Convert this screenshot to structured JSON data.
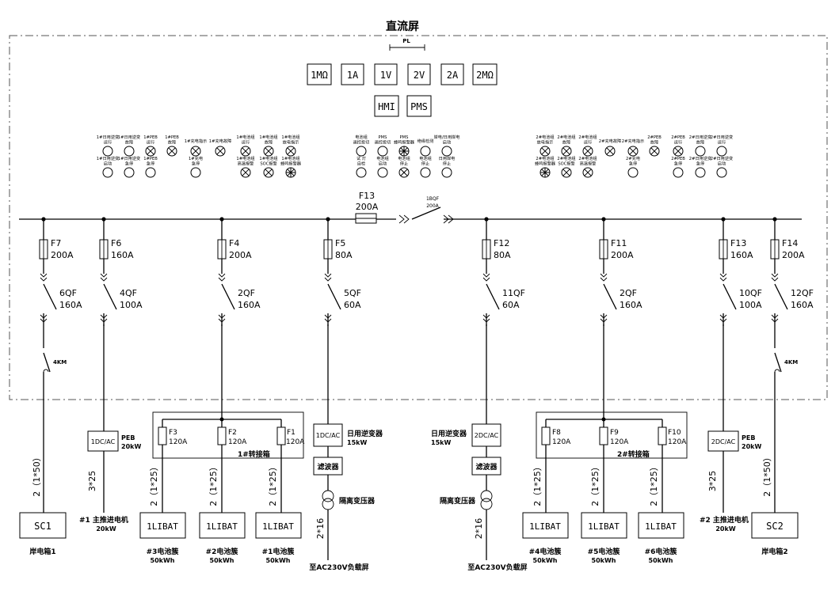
{
  "title": "直流屏",
  "pl_label": "PL",
  "meters": [
    "1MΩ",
    "1A",
    "1V",
    "2V",
    "2A",
    "2MΩ"
  ],
  "hmi": "HMI",
  "pms": "PMS",
  "indicator_groups": [
    {
      "name": "left",
      "row1": [
        {
          "label": "1#日用逆变\n运行",
          "lamp": "plain"
        },
        {
          "label": "1#日用逆变\n故障",
          "lamp": "plain"
        },
        {
          "label": "1#PEB\n运行",
          "lamp": "x"
        },
        {
          "label": "1#PEB\n故障",
          "lamp": "x"
        },
        {
          "label": "1#充电指示",
          "lamp": "x"
        },
        {
          "label": "1#充电故障",
          "lamp": "x"
        },
        {
          "label": "1#电池组\n运行",
          "lamp": "x"
        },
        {
          "label": "1#电池组\n故障",
          "lamp": "x"
        },
        {
          "label": "1#电池组\n放电指示",
          "lamp": "x"
        }
      ],
      "row2": [
        {
          "label": "1#日用逆变\n启动",
          "lamp": "plain"
        },
        {
          "label": "1#日用逆变\n急停",
          "lamp": "plain"
        },
        {
          "label": "1#PEB\n急停",
          "lamp": "plain"
        },
        {
          "label": "",
          "lamp": "none"
        },
        {
          "label": "1#充电\n急停",
          "lamp": "plain"
        },
        {
          "label": "",
          "lamp": "none"
        },
        {
          "label": "1#电池组\n高温报警",
          "lamp": "x"
        },
        {
          "label": "1#电池组\nSOC报警",
          "lamp": "x"
        },
        {
          "label": "1#电池组\n蜂鸣报警器",
          "lamp": "hatch"
        }
      ]
    },
    {
      "name": "center",
      "row1": [
        {
          "label": "电池组\n遥控投切",
          "lamp": "plain"
        },
        {
          "label": "PMS\n遥控投切",
          "lamp": "plain"
        },
        {
          "label": "PMS\n蜂鸣报警器",
          "lamp": "hatch"
        },
        {
          "label": "绝缘检测",
          "lamp": "plain"
        },
        {
          "label": "岸电/日用岸电\n启动",
          "lamp": "plain"
        }
      ],
      "row2": [
        {
          "label": "试 灯\n自检",
          "lamp": "plain"
        },
        {
          "label": "电池组\n启动",
          "lamp": "plain"
        },
        {
          "label": "电池组\n停止",
          "lamp": "x"
        },
        {
          "label": "电池组\n停止",
          "lamp": "plain"
        },
        {
          "label": "日用岸电\n停止",
          "lamp": "plain"
        }
      ]
    },
    {
      "name": "right",
      "row1": [
        {
          "label": "2#电池组\n放电指示",
          "lamp": "x"
        },
        {
          "label": "2#电池组\n故障",
          "lamp": "x"
        },
        {
          "label": "2#电池组\n运行",
          "lamp": "x"
        },
        {
          "label": "2#充电故障",
          "lamp": "x"
        },
        {
          "label": "2#充电指示",
          "lamp": "x"
        },
        {
          "label": "2#PEB\n故障",
          "lamp": "x"
        },
        {
          "label": "2#PEB\n运行",
          "lamp": "x"
        },
        {
          "label": "2#日用逆变\n故障",
          "lamp": "plain"
        },
        {
          "label": "2#日用逆变\n运行",
          "lamp": "plain"
        }
      ],
      "row2": [
        {
          "label": "2#电池组\n蜂鸣报警器",
          "lamp": "hatch"
        },
        {
          "label": "2#电池组\nSOC报警",
          "lamp": "x"
        },
        {
          "label": "2#电池组\n高温报警",
          "lamp": "x"
        },
        {
          "label": "",
          "lamp": "none"
        },
        {
          "label": "2#充电\n急停",
          "lamp": "plain"
        },
        {
          "label": "",
          "lamp": "none"
        },
        {
          "label": "2#PEB\n急停",
          "lamp": "plain"
        },
        {
          "label": "2#日用逆变\n急停",
          "lamp": "plain"
        },
        {
          "label": "2#日用逆变\n启动",
          "lamp": "plain"
        }
      ]
    }
  ],
  "bus_tie": {
    "fuse": "F13",
    "fuse_rating": "200A",
    "breaker": "1BQF",
    "breaker_rating": "200A"
  },
  "feeders": [
    {
      "fuse": "F7",
      "fuse_rating": "200A",
      "breaker": "6QF",
      "breaker_rating": "160A",
      "contactor": "4KM"
    },
    {
      "fuse": "F6",
      "fuse_rating": "160A",
      "breaker": "4QF",
      "breaker_rating": "100A"
    },
    {
      "fuse": "F4",
      "fuse_rating": "200A",
      "breaker": "2QF",
      "breaker_rating": "160A"
    },
    {
      "fuse": "F5",
      "fuse_rating": "80A",
      "breaker": "5QF",
      "breaker_rating": "60A"
    },
    {
      "fuse": "F12",
      "fuse_rating": "80A",
      "breaker": "11QF",
      "breaker_rating": "60A"
    },
    {
      "fuse": "F11",
      "fuse_rating": "200A",
      "breaker": "2QF",
      "breaker_rating": "160A"
    },
    {
      "fuse": "F13",
      "fuse_rating": "160A",
      "breaker": "10QF",
      "breaker_rating": "100A"
    },
    {
      "fuse": "F14",
      "fuse_rating": "200A",
      "breaker": "12QF",
      "breaker_rating": "160A",
      "contactor": "4KM"
    }
  ],
  "shore": {
    "left": {
      "box": "SC1",
      "name": "岸电箱1",
      "cable": "2（1*50）"
    },
    "right": {
      "box": "SC2",
      "name": "岸电箱2",
      "cable": "2（1*50）"
    }
  },
  "propulsion": {
    "left": {
      "conv": "1DC/AC",
      "peb": "PEB",
      "power": "20kW",
      "cable": "3*25",
      "motor": "#1 主推进电机",
      "motor_power": "20kW"
    },
    "right": {
      "conv": "2DC/AC",
      "peb": "PEB",
      "power": "20kW",
      "cable": "3*25",
      "motor": "#2 主推进电机",
      "motor_power": "20kW"
    }
  },
  "junction": {
    "left": {
      "name": "1#转接箱",
      "fuses": [
        {
          "name": "F3",
          "rating": "120A"
        },
        {
          "name": "F2",
          "rating": "120A"
        },
        {
          "name": "F1",
          "rating": "120A"
        }
      ],
      "cable": "2（1*25）",
      "batteries": [
        {
          "box": "1LIBAT",
          "name": "#3电池簇",
          "cap": "50kWh"
        },
        {
          "box": "1LIBAT",
          "name": "#2电池簇",
          "cap": "50kWh"
        },
        {
          "box": "1LIBAT",
          "name": "#1电池簇",
          "cap": "50kWh"
        }
      ]
    },
    "right": {
      "name": "2#转接箱",
      "fuses": [
        {
          "name": "F8",
          "rating": "120A"
        },
        {
          "name": "F9",
          "rating": "120A"
        },
        {
          "name": "F10",
          "rating": "120A"
        }
      ],
      "cable": "2（1*25）",
      "batteries": [
        {
          "box": "1LIBAT",
          "name": "#4电池簇",
          "cap": "50kWh"
        },
        {
          "box": "1LIBAT",
          "name": "#5电池簇",
          "cap": "50kWh"
        },
        {
          "box": "1LIBAT",
          "name": "#6电池簇",
          "cap": "50kWh"
        }
      ]
    }
  },
  "daily_inverter": {
    "left": {
      "conv": "1DC/AC",
      "name": "日用逆变器",
      "power": "15kW",
      "filter": "滤波器",
      "transformer": "隔离变压器",
      "cable": "2*16",
      "dest": "至AC230V负载屏"
    },
    "right": {
      "conv": "2DC/AC",
      "name": "日用逆变器",
      "power": "15kW",
      "filter": "滤波器",
      "transformer": "隔离变压器",
      "cable": "2*16",
      "dest": "至AC230V负载屏"
    }
  }
}
